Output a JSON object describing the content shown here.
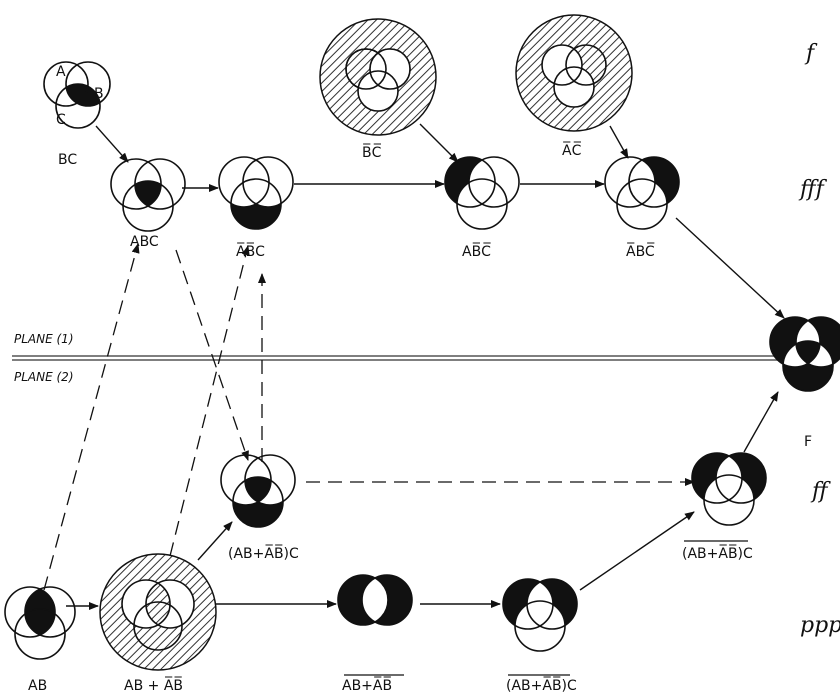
{
  "labels": {
    "bc": "BC",
    "abc": "ABC",
    "nanbc": "A̅B̅C",
    "nbc": "B̅C̅",
    "anbc": "AB̅C̅",
    "nac": "A̅C̅",
    "nabc": "A̅BC̅",
    "F": "F",
    "ab_plus_c": "(AB+A̅B̅)C",
    "n_ab_plus_c": "(AB+A̅B̅)C",
    "ab": "AB",
    "ab_plus": "AB + A̅B̅",
    "n_ab_plus": "AB+A̅B̅",
    "n_ab_plus_c2": "(AB+A̅B̅)C",
    "circle_a": "A",
    "circle_b": "B",
    "circle_c": "C"
  },
  "plane": {
    "p1": "PLANE (1)",
    "p2": "PLANE (2)"
  },
  "dynamics": {
    "f": "f",
    "fff": "fff",
    "ff": "ff",
    "ppp": "ppp"
  },
  "colors": {
    "ink": "#111111",
    "paper": "#ffffff"
  }
}
